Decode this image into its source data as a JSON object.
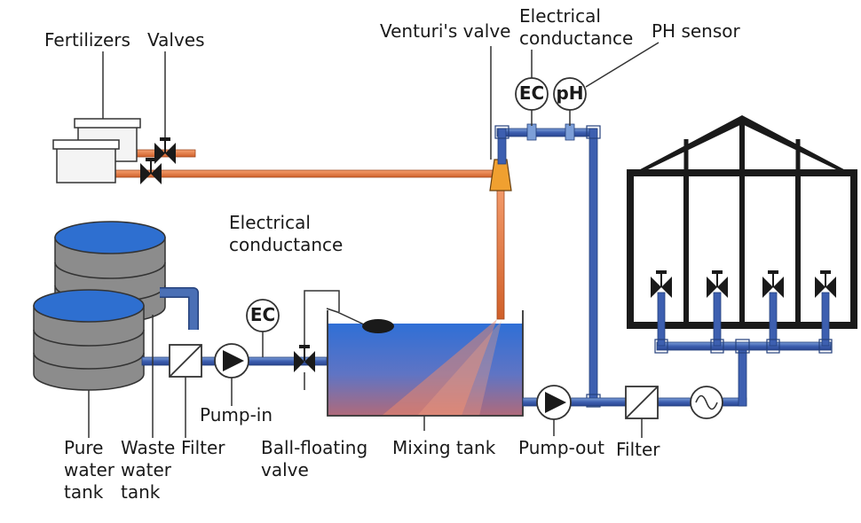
{
  "labels": {
    "fertilizers": "Fertilizers",
    "valves": "Valves",
    "venturi_valve": "Venturi's valve",
    "ec_top_line1": "Electrical",
    "ec_top_line2": "conductance",
    "ph_sensor": "PH sensor",
    "ec_mid_line1": "Electrical",
    "ec_mid_line2": "conductance",
    "pump_in": "Pump-in",
    "pure_water_line1": "Pure",
    "pure_water_line2": "water",
    "pure_water_line3": "tank",
    "waste_water_line1": "Waste",
    "waste_water_line2": "water",
    "waste_water_line3": "tank",
    "filter_left": "Filter",
    "ball_floating_line1": "Ball-floating",
    "ball_floating_line2": "valve",
    "mixing_tank": "Mixing tank",
    "pump_out": "Pump-out",
    "filter_right": "Filter"
  },
  "badges": {
    "ec_top": "EC",
    "ph": "pH",
    "ec_mid": "EC"
  },
  "colors": {
    "water_pipe": "#4a6fb5",
    "fertilizer_pipe": "#e07a3c",
    "tank_gray": "#8c8c8c",
    "water_blue": "#2e6fd0",
    "greenhouse": "#1a1a1a",
    "venturi": "#f0a030"
  }
}
